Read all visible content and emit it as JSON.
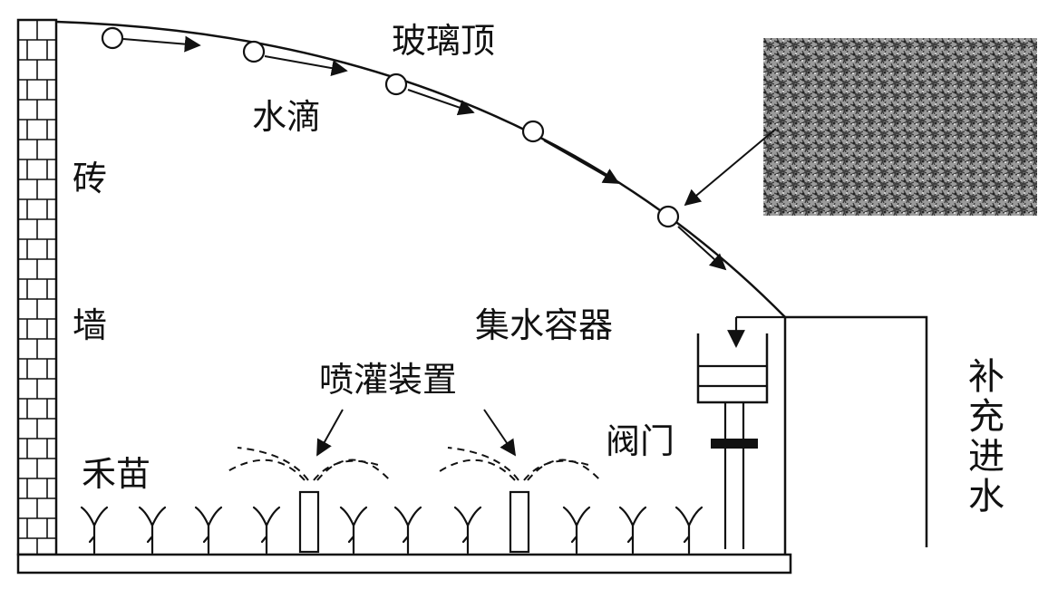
{
  "labels": {
    "glass_roof": "玻璃顶",
    "water_drop": "水滴",
    "brick": "砖",
    "wall": "墙",
    "water_container": "集水容器",
    "sprinkler": "喷灌装置",
    "seedling": "禾苗",
    "valve": "阀门",
    "refill": "补充进水"
  },
  "colors": {
    "ink": "#111111",
    "background": "#ffffff",
    "pattern": "#555555"
  }
}
